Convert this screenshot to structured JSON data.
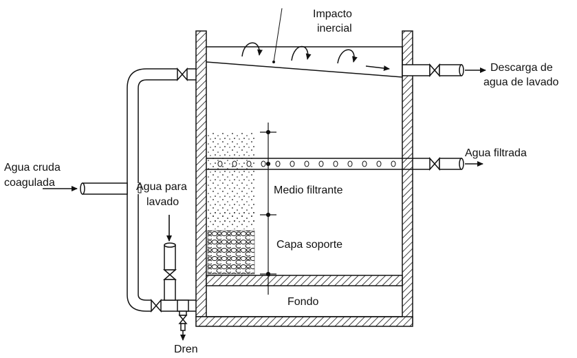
{
  "labels": {
    "impacto": [
      "Impacto",
      "inercial"
    ],
    "descarga": [
      "Descarga de",
      "agua de lavado"
    ],
    "agua_filtrada": "Agua filtrada",
    "agua_cruda": [
      "Agua cruda",
      "coagulada"
    ],
    "agua_para_lavado": [
      "Agua para",
      "lavado"
    ],
    "medio_filtrante": "Medio filtrante",
    "capa_soporte": "Capa soporte",
    "fondo": "Fondo",
    "dren": "Dren"
  }
}
